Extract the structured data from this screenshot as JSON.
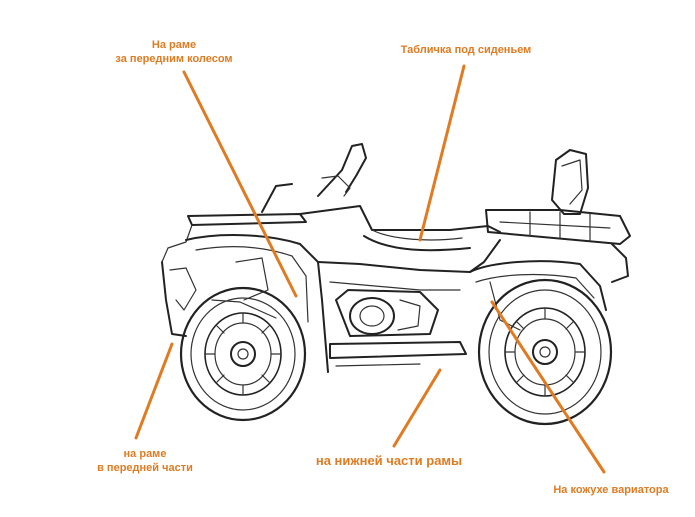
{
  "labels": {
    "frame_behind_front_wheel": [
      "На раме",
      "за передним колесом"
    ],
    "seat_plate": "Табличка под сиденьем",
    "frame_front_part": [
      "на раме",
      "в передней части"
    ],
    "frame_bottom": "на нижней части рамы",
    "variator_cover": "На кожухе вариатора"
  },
  "colors": {
    "accent": "#e07b22",
    "line": "#222222",
    "background": "#ffffff"
  }
}
